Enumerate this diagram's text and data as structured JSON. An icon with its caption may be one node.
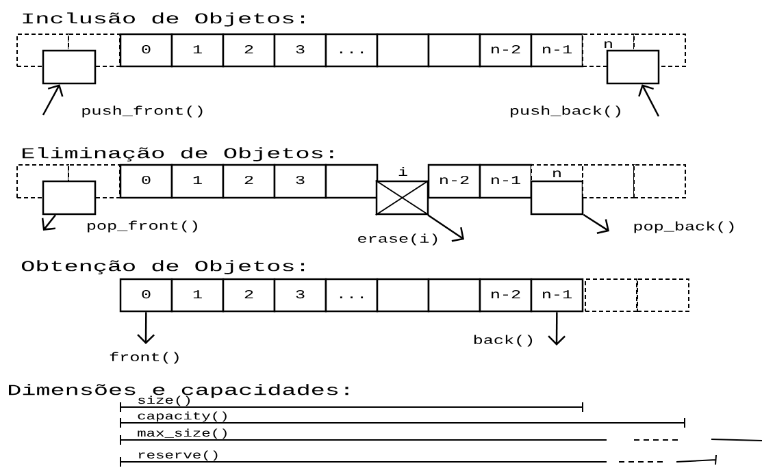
{
  "diagram": {
    "nodes": [
      {
        "text": [],
        "shape": "box"
      },
      {
        "text": [],
        "shape": "box"
      },
      {
        "text": [
          "0"
        ]
      },
      {
        "text": [
          "1"
        ]
      },
      {
        "text": [
          "2"
        ]
      },
      {
        "text": [
          "3"
        ]
      },
      {
        "text": [
          "..."
        ]
      },
      {
        "text": [],
        "shape": "box"
      },
      {
        "text": [],
        "shape": "box"
      },
      {
        "text": [
          "n-2"
        ]
      },
      {
        "text": [
          "n-1"
        ]
      },
      {
        "text": [
          "n"
        ]
      },
      {
        "text": [],
        "shape": "box"
      },
      {
        "text": [],
        "shape": "box"
      },
      {
        "text": [],
        "shape": "box"
      },
      {
        "text": [],
        "shape": "box"
      },
      {
        "text": [],
        "shape": "box"
      },
      {
        "text": [],
        "shape": "box"
      },
      {
        "text": [
          "0"
        ]
      },
      {
        "text": [
          "1"
        ]
      },
      {
        "text": [
          "2"
        ]
      },
      {
        "text": [
          "3"
        ]
      },
      {
        "text": [],
        "shape": "box"
      },
      {
        "text": [
          "i"
        ]
      },
      {
        "text": [],
        "shape": "box"
      },
      {
        "text": [
          "n-2"
        ]
      },
      {
        "text": [
          "n-1"
        ]
      },
      {
        "text": [
          "n"
        ]
      },
      {
        "text": [],
        "shape": "box"
      },
      {
        "text": [],
        "shape": "box"
      },
      {
        "text": [],
        "shape": "box"
      },
      {
        "text": [
          "0"
        ]
      },
      {
        "text": [
          "1"
        ]
      },
      {
        "text": [
          "2"
        ]
      },
      {
        "text": [
          "3"
        ]
      },
      {
        "text": [
          "..."
        ]
      },
      {
        "text": [],
        "shape": "box"
      },
      {
        "text": [],
        "shape": "box"
      },
      {
        "text": [
          "n-2"
        ]
      },
      {
        "text": [
          "n-1"
        ]
      },
      {
        "text": [],
        "shape": "box"
      },
      {
        "text": [],
        "shape": "box"
      }
    ],
    "edges": [
      {
        "from": null,
        "to": 13,
        "arrow": "to",
        "label": "push_front()"
      },
      {
        "from": null,
        "to": 14,
        "arrow": "to",
        "label": "push_back()"
      },
      {
        "from": 17,
        "to": null,
        "arrow": "to",
        "label": "pop_front()"
      },
      {
        "from": 24,
        "to": null,
        "arrow": "to",
        "label": "erase(i)"
      },
      {
        "from": 28,
        "to": null,
        "arrow": "to",
        "label": "pop_back()"
      },
      {
        "from": 31,
        "to": null,
        "arrow": "to",
        "label": "front()"
      },
      {
        "from": 39,
        "to": null,
        "arrow": "to",
        "label": "back()"
      }
    ],
    "labels": [
      "Inclusão de Objetos:",
      "Eliminação de Objetos:",
      "Obtenção de Objetos:",
      "Dimensões e capacidades:",
      "size()",
      "capacity()",
      "max_size()",
      "reserve()"
    ]
  }
}
